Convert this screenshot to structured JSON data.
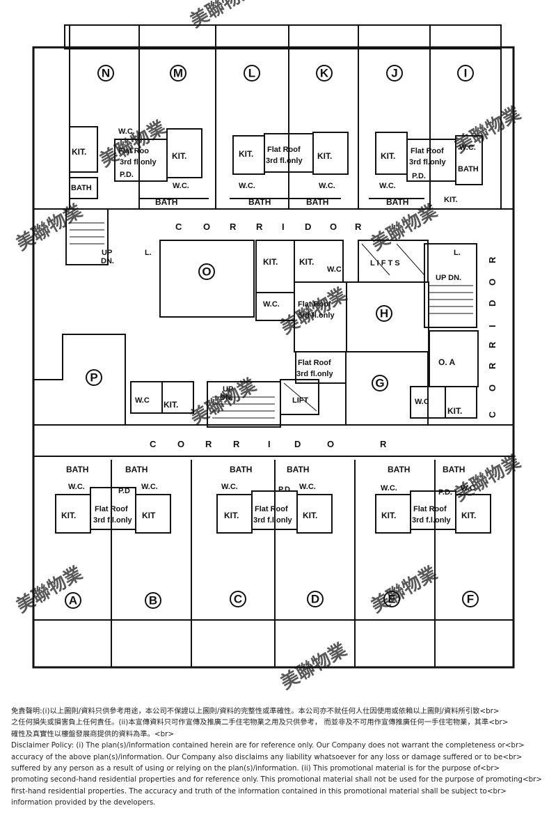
{
  "plan": {
    "units": [
      "N",
      "M",
      "L",
      "K",
      "J",
      "I",
      "O",
      "H",
      "P",
      "G",
      "A",
      "B",
      "C",
      "D",
      "E",
      "F"
    ],
    "rooms": {
      "kit": "KIT.",
      "kit_alt": "KIT",
      "wc": "W.C.",
      "wc_alt": "W.C",
      "bath": "BATH",
      "pd": "P.D.",
      "pd_alt": "P.D",
      "flat_roof": "Flat Roof",
      "flat_roof_alt": "Flat Roo",
      "third_fl_only": "3rd fl.only",
      "third_fl_only_alt": "3rd f.l.only",
      "l": "L.",
      "oa": "O. A",
      "up": "UP",
      "dn": "DN.",
      "up_dn": "UP  DN.",
      "lifts": "L I F T S",
      "lift": "LIFT"
    },
    "corridor_letters": [
      "C",
      "O",
      "R",
      "R",
      "I",
      "D",
      "O",
      "R"
    ],
    "watermark": "美聯物業"
  },
  "disclaimer": {
    "zh_line1": "免責聲明:(i)以上圖則/資料只供參考用途，本公司不保證以上圖則/資料的完整性或準確性。本公司亦不就任何人仕因使用或依賴以上圖則/資料所引致<br>",
    "zh_line2": "之任何損失或損害負上任何責任。(ii)本宣傳資料只可作宣傳及推廣二手住宅物業之用及只供參考， 而並非及不可用作宣傳推廣任何一手住宅物業，其準<br>",
    "zh_line3": "確性及真實性以樓盤發展商提供的資料為準。<br>",
    "en_line1": "Disclaimer Policy: (i) The plan(s)/information contained herein are for reference only. Our Company does not warrant the completeness or<br>",
    "en_line2": "accuracy of the above plan(s)/information. Our Company also disclaims any liability whatsoever for any loss or damage suffered or to be<br>",
    "en_line3": "suffered by any person as a result of using or relying on the plan(s)/information. (ii) This promotional material is for the purpose of<br>",
    "en_line4": "promoting second-hand residential properties and for reference only. This promotional material shall not be used for the purpose of promoting<br>",
    "en_line5": "first-hand residential properties. The accuracy and truth of the information contained in this promotional material shall be subject to<br>",
    "en_line6": "information provided by the developers."
  }
}
